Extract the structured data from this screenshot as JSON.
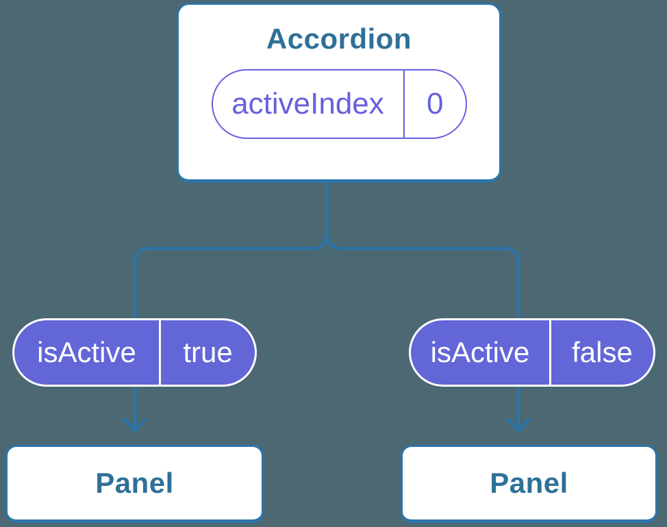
{
  "diagram": {
    "root": {
      "title": "Accordion",
      "state": {
        "name": "activeIndex",
        "value": "0"
      }
    },
    "children": [
      {
        "prop": {
          "name": "isActive",
          "value": "true"
        },
        "node": {
          "title": "Panel"
        }
      },
      {
        "prop": {
          "name": "isActive",
          "value": "false"
        },
        "node": {
          "title": "Panel"
        }
      }
    ],
    "colors": {
      "background": "#4B6873",
      "connector_blue": "#2C74A8",
      "node_text_blue": "#2E7098",
      "pill_outline_purple": "#6660DD",
      "pill_fill_purple": "#6366D6",
      "node_fill": "#ffffff"
    }
  }
}
